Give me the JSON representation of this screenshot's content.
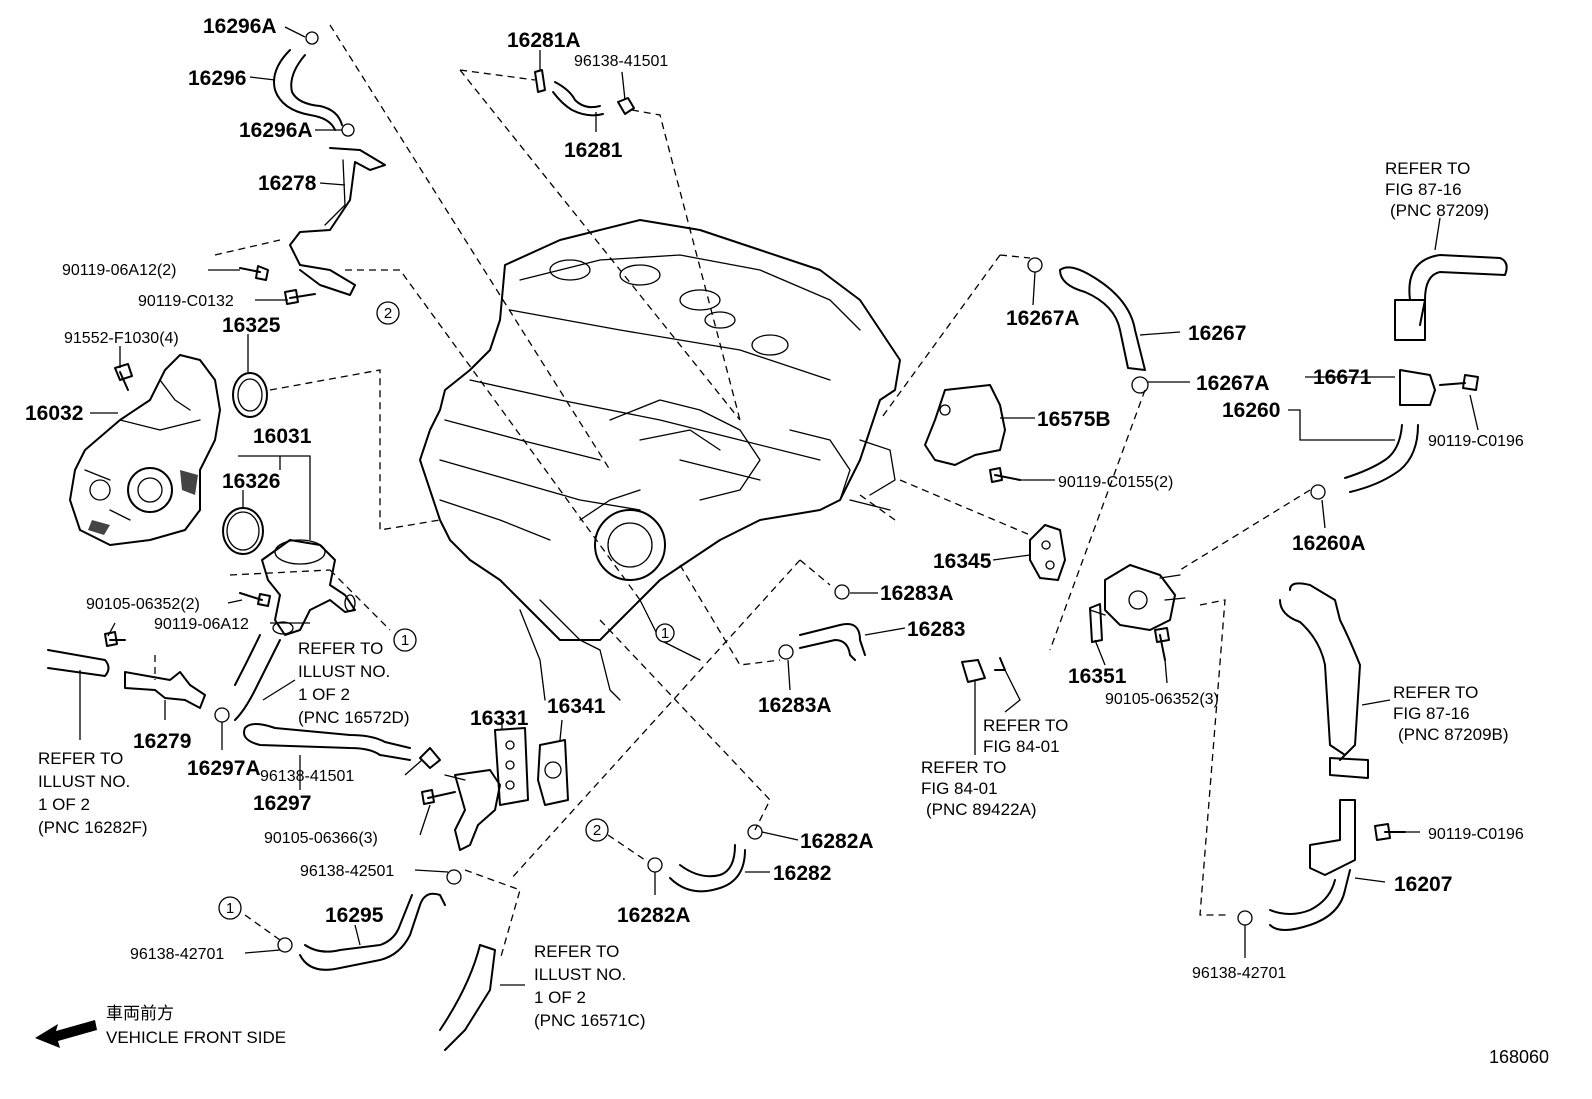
{
  "figure_id": "168060",
  "front": {
    "jp": "車両前方",
    "en": "VEHICLE FRONT SIDE"
  },
  "parts": {
    "p16296A_top": "16296A",
    "p16296": "16296",
    "p16296A_mid": "16296A",
    "p16278": "16278",
    "p90119_06A12_2": "90119-06A12(2)",
    "p90119_C0132": "90119-C0132",
    "p91552": "91552-F1030(4)",
    "p16325": "16325",
    "p16032": "16032",
    "p16031": "16031",
    "p16326": "16326",
    "p90105_06352_2": "90105-06352(2)",
    "p90119_06A12": "90119-06A12",
    "p16279": "16279",
    "p16297A": "16297A",
    "p96138_41501_l": "96138-41501",
    "p16297": "16297",
    "p16331": "16331",
    "p16341": "16341",
    "p90105_06366": "90105-06366(3)",
    "p96138_42501": "96138-42501",
    "p16295": "16295",
    "p96138_42701_l": "96138-42701",
    "p16281A": "16281A",
    "p96138_41501_t": "96138-41501",
    "p16281": "16281",
    "p16267A_t": "16267A",
    "p16267": "16267",
    "p16267A_b": "16267A",
    "p16575B": "16575B",
    "p90119_C0155": "90119-C0155(2)",
    "p16345": "16345",
    "p16283A_t": "16283A",
    "p16283": "16283",
    "p16283A_b": "16283A",
    "p16282A_r": "16282A",
    "p16282": "16282",
    "p16282A_b": "16282A",
    "p16671": "16671",
    "p16260": "16260",
    "p90119_C0196_t": "90119-C0196",
    "p16260A": "16260A",
    "p16351": "16351",
    "p90105_06352_3": "90105-06352(3)",
    "p90119_C0196_b": "90119-C0196",
    "p16207": "16207",
    "p96138_42701_r": "96138-42701"
  },
  "notes": {
    "n_16572D": [
      "REFER TO",
      "ILLUST NO.",
      "1 OF 2",
      "(PNC 16572D)"
    ],
    "n_16282F": [
      "REFER TO",
      "ILLUST NO.",
      "1 OF 2",
      "(PNC 16282F)"
    ],
    "n_16571C": [
      "REFER TO",
      "ILLUST NO.",
      "1 OF 2",
      "(PNC 16571C)"
    ],
    "n_87209": [
      "REFER TO",
      "FIG 87-16",
      "(PNC 87209)"
    ],
    "n_87209B": [
      "REFER TO",
      "FIG 87-16",
      "(PNC 87209B)"
    ],
    "n_84_01": [
      "REFER TO",
      "FIG 84-01"
    ],
    "n_89422A": [
      "REFER TO",
      "FIG 84-01",
      "(PNC 89422A)"
    ]
  },
  "circle_refs": [
    "1",
    "2",
    "2",
    "1",
    "1"
  ]
}
